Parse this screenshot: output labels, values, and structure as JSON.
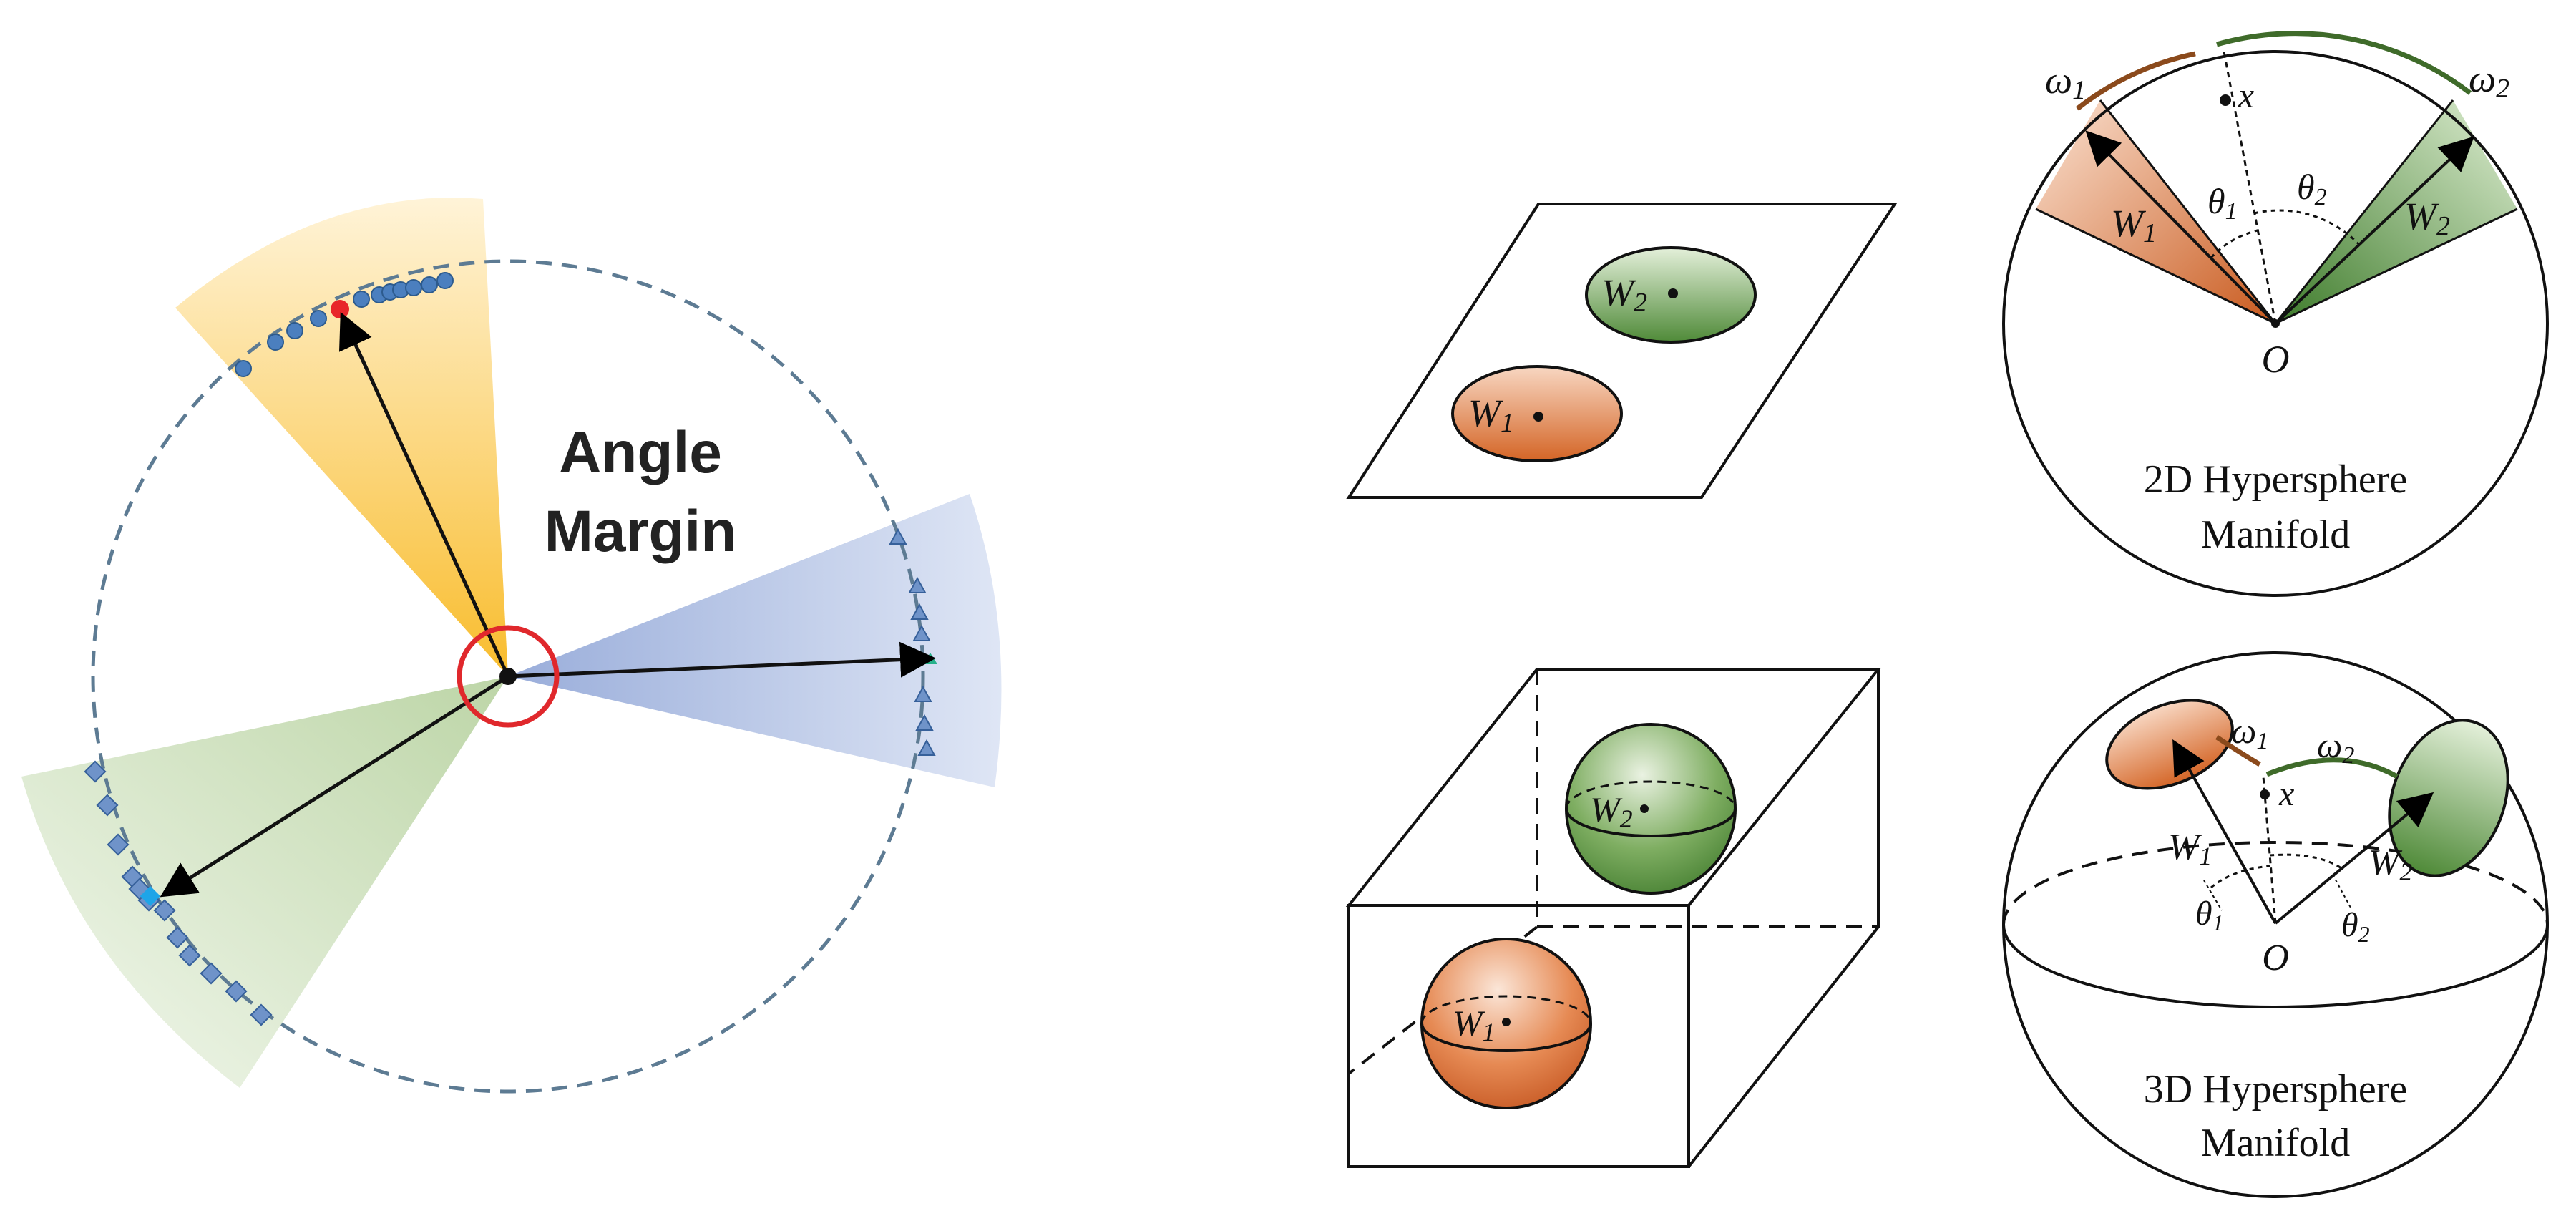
{
  "left": {
    "title_line1": "Angle",
    "title_line2": "Margin"
  },
  "plane2d": {
    "w2": "W",
    "w2_sub": "2",
    "w1": "W",
    "w1_sub": "1"
  },
  "box3d": {
    "w2": "W",
    "w2_sub": "2",
    "w1": "W",
    "w1_sub": "1"
  },
  "hyper2d": {
    "omega1": "ω",
    "omega1_sub": "1",
    "omega2": "ω",
    "omega2_sub": "2",
    "x": "x",
    "theta1": "θ",
    "theta1_sub": "1",
    "theta2": "θ",
    "theta2_sub": "2",
    "w1": "W",
    "w1_sub": "1",
    "w2": "W",
    "w2_sub": "2",
    "origin": "O",
    "caption_line1": "2D Hypersphere",
    "caption_line2": "Manifold"
  },
  "hyper3d": {
    "omega1": "ω",
    "omega1_sub": "1",
    "omega2": "ω",
    "omega2_sub": "2",
    "x": "x",
    "theta1": "θ",
    "theta1_sub": "1",
    "theta2": "θ",
    "theta2_sub": "2",
    "w1": "W",
    "w1_sub": "1",
    "w2": "W",
    "w2_sub": "2",
    "origin": "O",
    "caption_line1": "3D Hypersphere",
    "caption_line2": "Manifold"
  }
}
